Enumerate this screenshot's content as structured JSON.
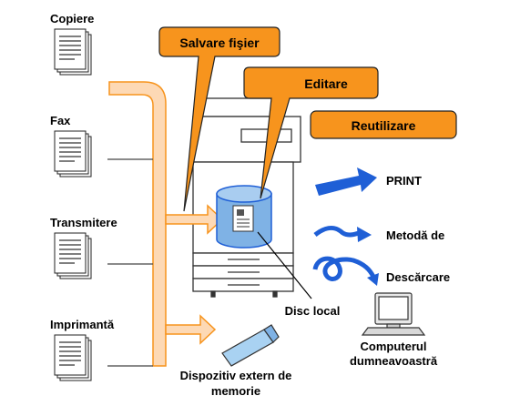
{
  "sources": [
    {
      "label": "Copiere"
    },
    {
      "label": "Fax"
    },
    {
      "label": "Transmitere"
    },
    {
      "label": "Imprimantă"
    }
  ],
  "callouts": {
    "save": "Salvare fişier",
    "edit": "Editare",
    "reuse": "Reutilizare"
  },
  "outputs": {
    "print": "PRINT",
    "method": "Metodă de",
    "download": "Descărcare"
  },
  "local_disk": "Disc local",
  "usb": {
    "line1": "Dispozitiv extern de",
    "line2": "memorie"
  },
  "computer": {
    "line1": "Computerul",
    "line2": "dumneavoastră"
  },
  "colors": {
    "callout_fill": "#f7941d",
    "flow_fill": "#fdd9b5",
    "flow_stroke": "#f7941d",
    "disk_fill": "#7fb2e5",
    "arrow_blue": "#1f5fd6",
    "usb_fill": "#a9d2f2"
  }
}
